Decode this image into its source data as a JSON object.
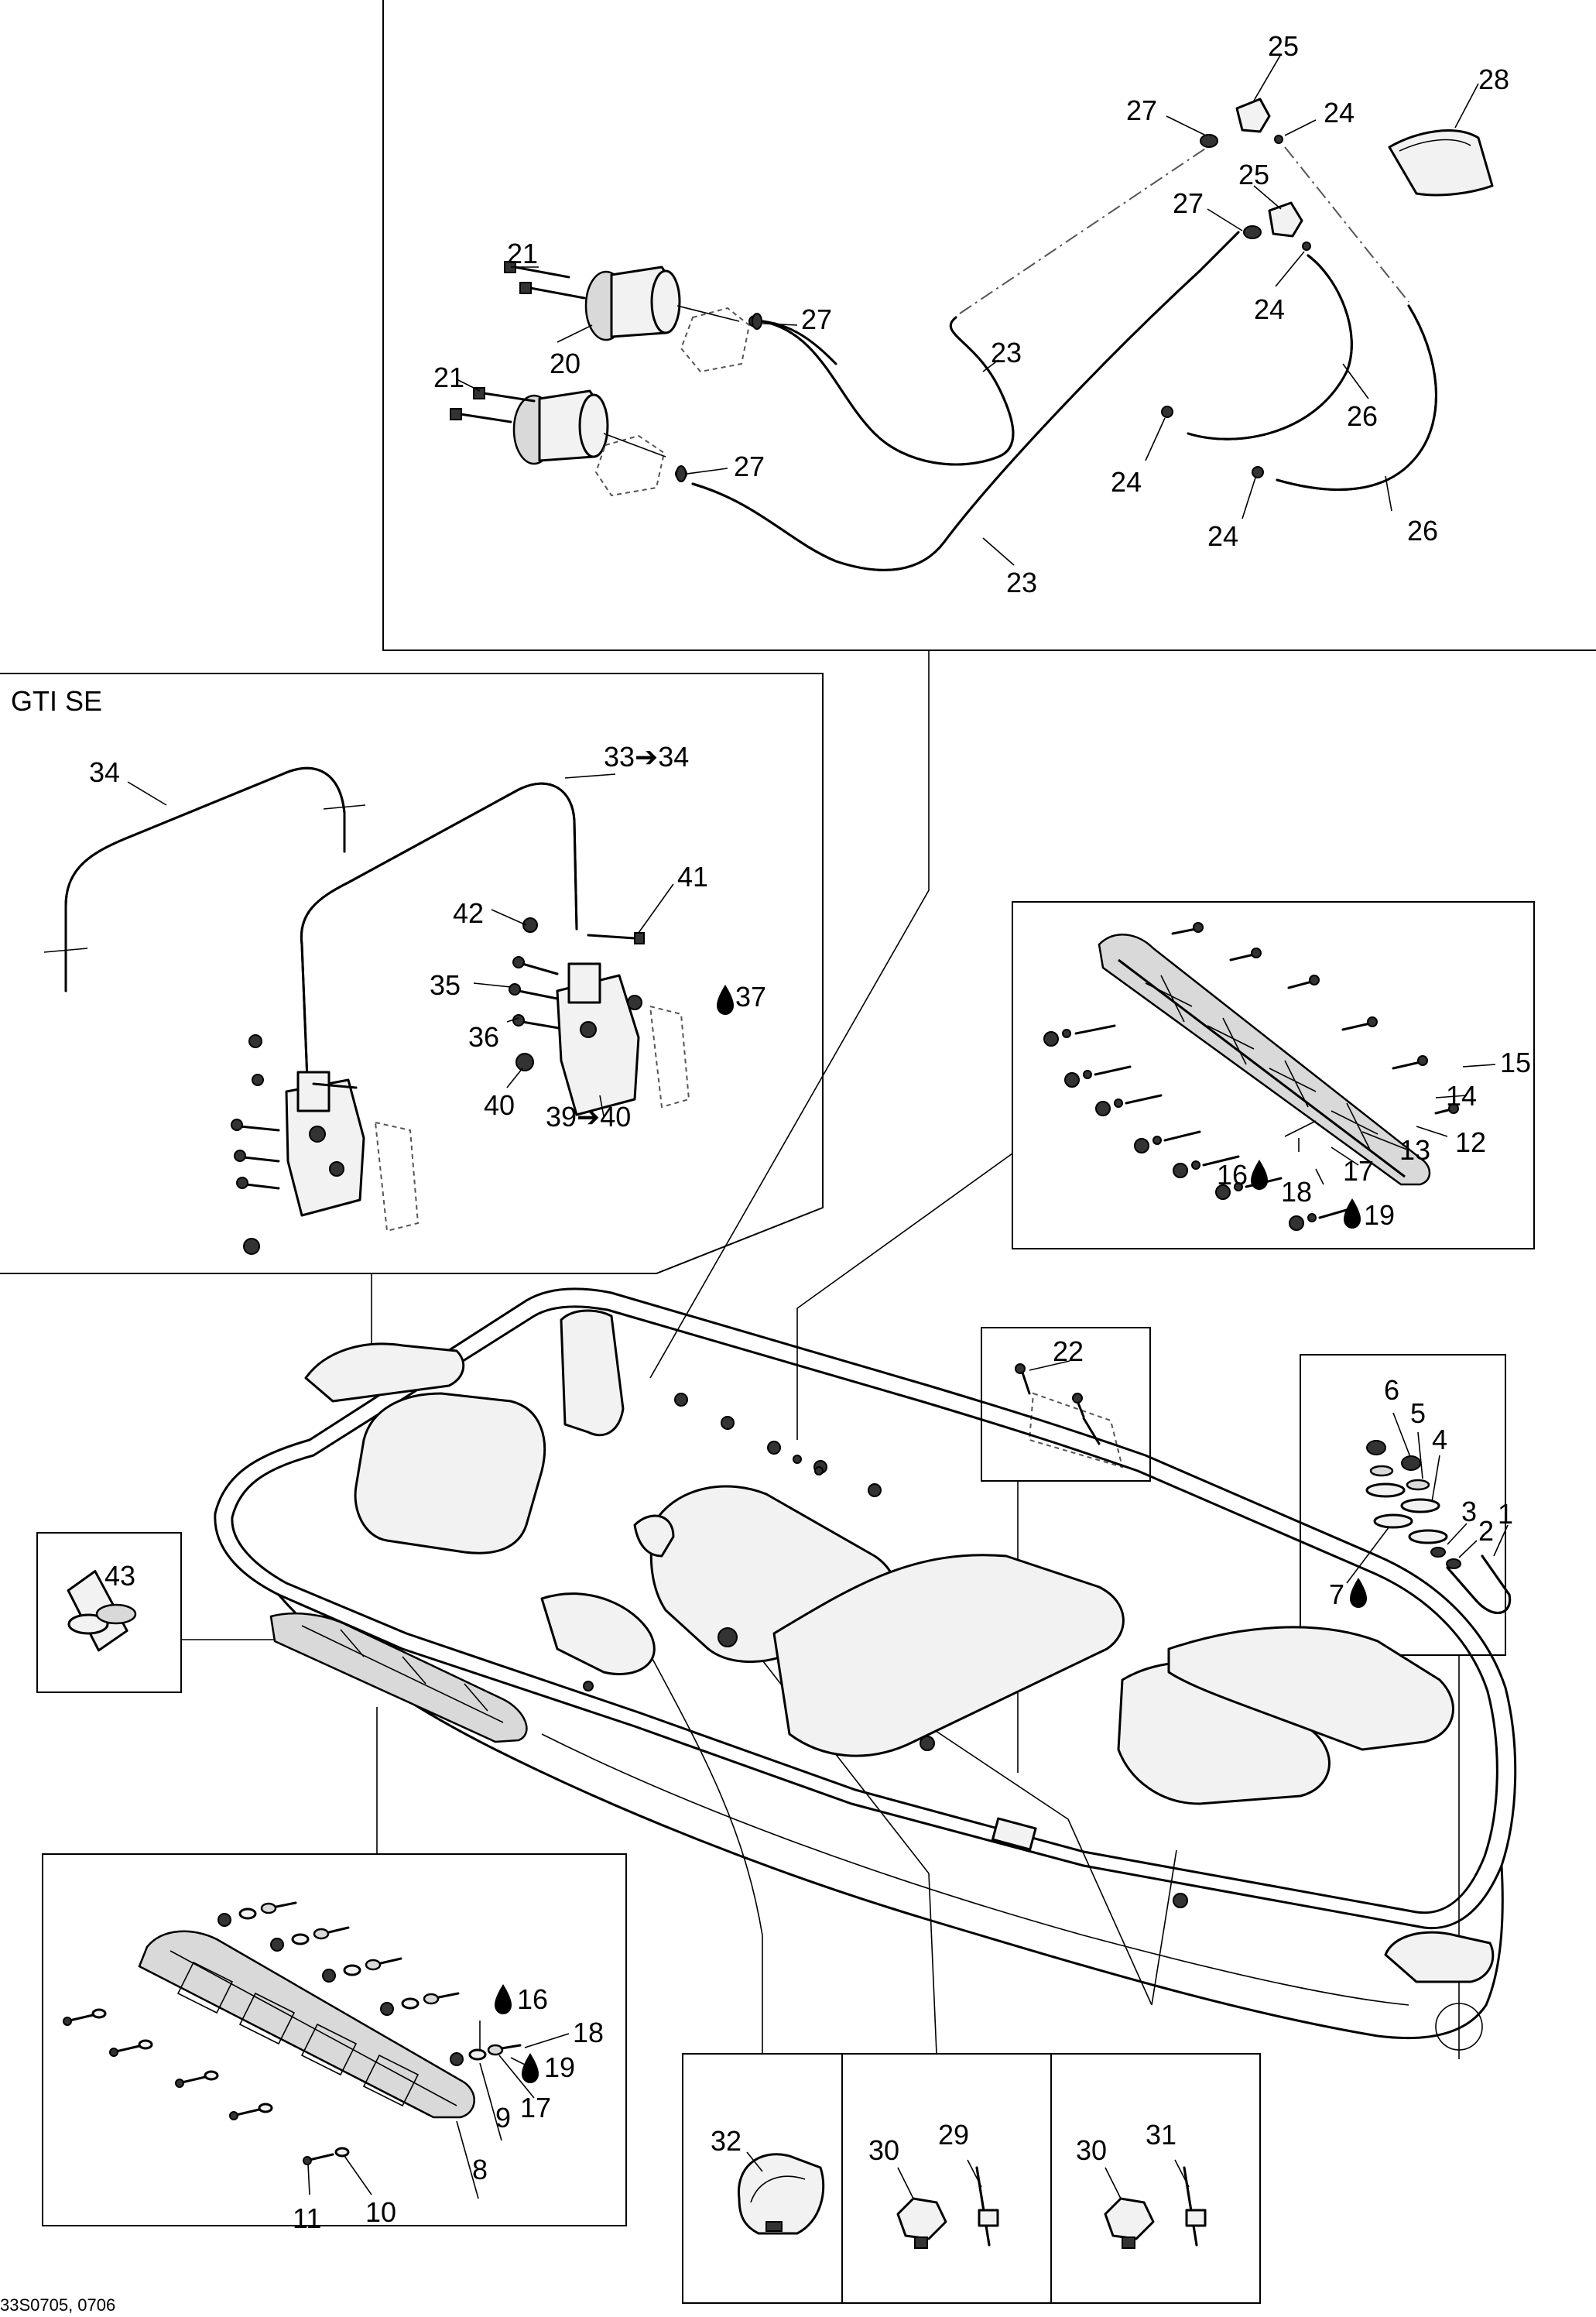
{
  "diagram": {
    "labels": {
      "p1": "1",
      "p2": "2",
      "p3": "3",
      "p4": "4",
      "p5": "5",
      "p6": "6",
      "p7": "7",
      "p8": "8",
      "p9": "9",
      "p10": "10",
      "p11": "11",
      "p12": "12",
      "p13": "13",
      "p14": "14",
      "p15": "15",
      "p16a": "16",
      "p16b": "16",
      "p17a": "17",
      "p17b": "17",
      "p18a": "18",
      "p18b": "18",
      "p19a": "19",
      "p19b": "19",
      "p20": "20",
      "p21a": "21",
      "p21b": "21",
      "p22": "22",
      "p23a": "23",
      "p23b": "23",
      "p24a": "24",
      "p24b": "24",
      "p24c": "24",
      "p24d": "24",
      "p25a": "25",
      "p25b": "25",
      "p26a": "26",
      "p26b": "26",
      "p27a": "27",
      "p27b": "27",
      "p27c": "27",
      "p27d": "27",
      "p28": "28",
      "p29": "29",
      "p30a": "30",
      "p30b": "30",
      "p31": "31",
      "p32": "32",
      "p33": "33➔34",
      "p34": "34",
      "p35": "35",
      "p36": "36",
      "p37": "37",
      "p39": "39➔40",
      "p40": "40",
      "p41": "41",
      "p42": "42",
      "p43": "43"
    },
    "variant_title": "GTI SE",
    "reference_code": "33S0705, 0706"
  }
}
